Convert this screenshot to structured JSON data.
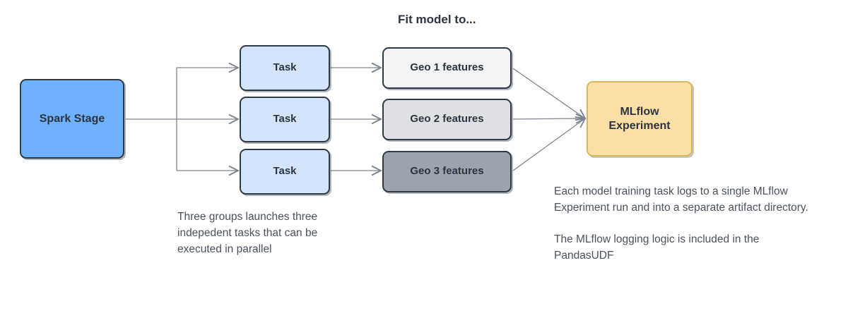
{
  "diagram": {
    "title": "Fit model to...",
    "colors": {
      "spark_fill": "#6FB1FB",
      "task_fill": "#D4E5FB",
      "geo1_fill": "#F2F3F4",
      "geo2_fill": "#DEE0E3",
      "geo3_fill": "#9BA3AE",
      "mlflow_fill": "#FCDFA6",
      "mlflow_border": "#D6B656",
      "node_border": "#2E3A47",
      "connector": "#7C848F",
      "text": "#2b3440",
      "caption_text": "#49525e"
    },
    "nodes": {
      "spark_stage": {
        "label": "Spark Stage"
      },
      "tasks": [
        {
          "label": "Task"
        },
        {
          "label": "Task"
        },
        {
          "label": "Task"
        }
      ],
      "geo_features": [
        {
          "label": "Geo 1 features"
        },
        {
          "label": "Geo 2 features"
        },
        {
          "label": "Geo 3 features"
        }
      ],
      "mlflow": {
        "line1": "MLflow",
        "line2": "Experiment"
      }
    },
    "captions": {
      "left": "Three groups launches three indepedent tasks that can be executed in parallel",
      "right_para1": "Each model training task logs to a single MLflow Experiment run and into a separate artifact directory.",
      "right_para2": "The MLflow logging logic is included in the PandasUDF"
    }
  }
}
